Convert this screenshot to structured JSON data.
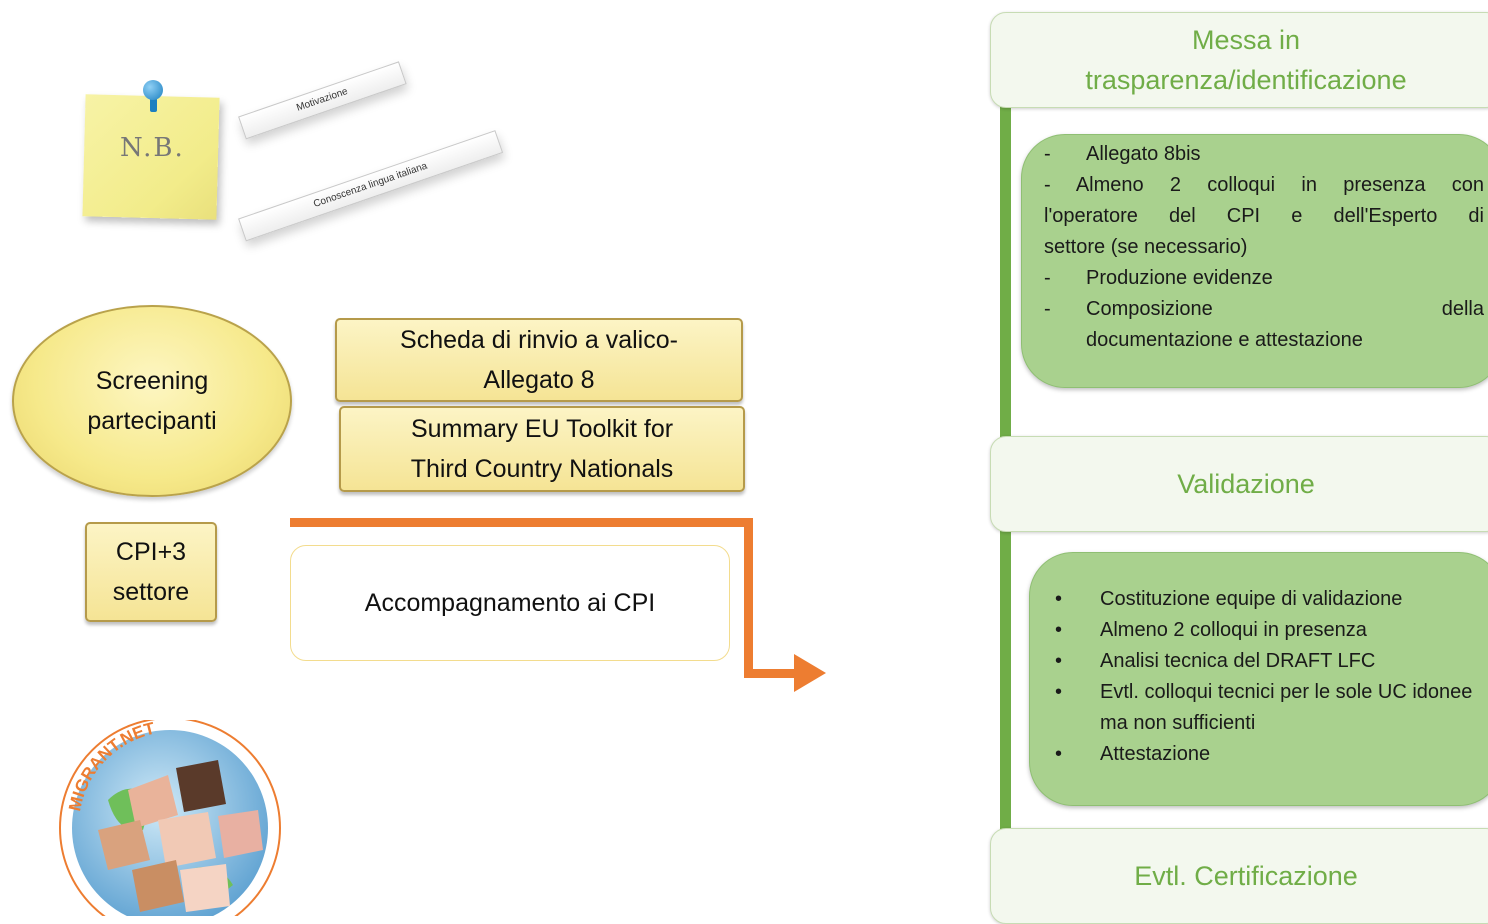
{
  "note": {
    "text": "N.B."
  },
  "tags": [
    "Motivazione",
    "Conoscenza lingua italiana"
  ],
  "screening": {
    "label": "Screening\npartecipanti"
  },
  "boxes": {
    "scheda": "Scheda di rinvio a valico-\nAllegato 8",
    "summary": "Summary EU Toolkit for\nThird Country Nationals",
    "cpi": "CPI+3\nsettore"
  },
  "accompagnamento": "Accompagnamento ai CPI",
  "logo": {
    "text": "MIGRANT.NET"
  },
  "stages": {
    "trasparenza": "Messa in\ntrasparenza/identificazione",
    "validazione": "Validazione",
    "certificazione": "Evtl. Certificazione"
  },
  "trasparenza_items": {
    "allegato": "Allegato 8bis",
    "colloqui_line1": "- Almeno 2 colloqui in presenza con",
    "colloqui_line2": "l'operatore del CPI e dell'Esperto di",
    "colloqui_line3": "settore (se necessario)",
    "produzione": "Produzione evidenze",
    "composizione": "Composizione",
    "della": "della",
    "documentazione": "documentazione e attestazione"
  },
  "validazione_items": [
    "Costituzione equipe di validazione",
    "Almeno 2 colloqui in presenza",
    "Analisi tecnica del DRAFT LFC",
    "Evtl. colloqui tecnici per le sole UC idonee ma non sufficienti",
    "Attestazione"
  ],
  "colors": {
    "accent_orange": "#ed7d31",
    "stage_green": "#70ad47",
    "box_green": "#a9d18e",
    "box_yellow": "#f5e495"
  }
}
